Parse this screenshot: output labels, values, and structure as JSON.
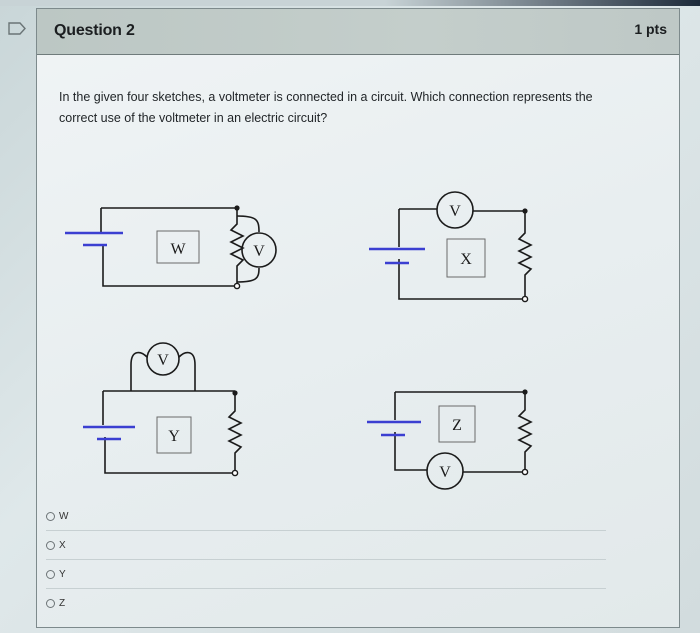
{
  "question": {
    "title": "Question 2",
    "points": "1 pts",
    "prompt_line1": "In the given four sketches, a voltmeter is connected in a circuit. Which connection represents the",
    "prompt_line2": "correct use of the voltmeter in an electric circuit?"
  },
  "sketches": [
    {
      "label": "W",
      "meter_label": "V",
      "voltmeter_position": "parallel to resistor"
    },
    {
      "label": "X",
      "meter_label": "V",
      "voltmeter_position": "series on top wire"
    },
    {
      "label": "Y",
      "meter_label": "V",
      "voltmeter_position": "across top wire"
    },
    {
      "label": "Z",
      "meter_label": "V",
      "voltmeter_position": "series on bottom wire"
    }
  ],
  "options": [
    {
      "label": "W",
      "selected": false
    },
    {
      "label": "X",
      "selected": false
    },
    {
      "label": "Y",
      "selected": false
    },
    {
      "label": "Z",
      "selected": false
    }
  ],
  "colors": {
    "battery": "#3b3fd1",
    "wire": "#1b1b1b",
    "header_bg": "#c2ccc9"
  }
}
